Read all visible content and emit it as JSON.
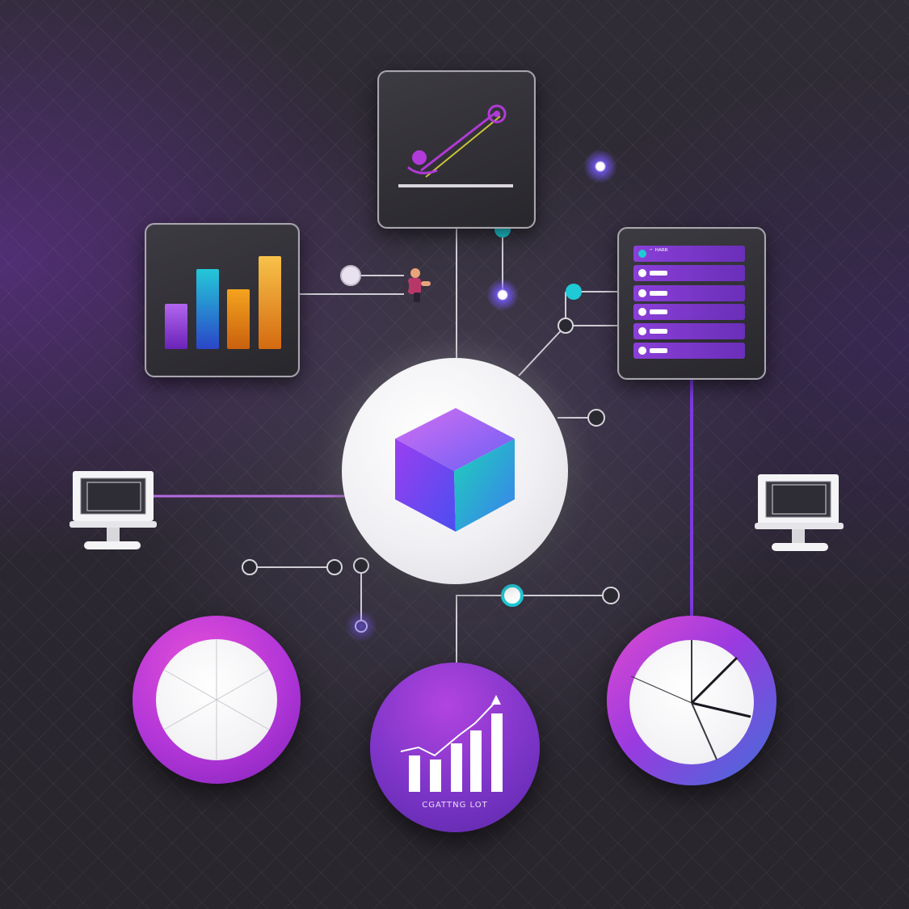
{
  "diagram": {
    "central_node": {
      "icon": "cube-icon"
    },
    "panels": {
      "bar_chart_panel": {
        "icon": "bar-chart-icon",
        "bar_colors": [
          "#8e3fd6",
          "#1f8fe0",
          "#e8861a",
          "#f2a21e"
        ]
      },
      "line_chart_panel": {
        "icon": "line-chart-icon"
      },
      "list_panel": {
        "header_text": "ᵔ ᴴᴬᴿᴿ",
        "row_count": 6
      }
    },
    "devices": [
      "monitor-icon",
      "monitor-icon"
    ],
    "circle_nodes": {
      "left_pie": {
        "icon": "pie-chart-icon",
        "ring_colors": [
          "#d23fd0",
          "#8a2bd6"
        ]
      },
      "bottom_bar": {
        "icon": "growth-bar-chart-icon",
        "caption": "CGATTNG LOT"
      },
      "right_pie": {
        "icon": "pie-chart-icon",
        "ring_colors": [
          "#d23fd0",
          "#3f6fd8"
        ]
      }
    },
    "colors": {
      "accent_purple": "#8a3fd8",
      "accent_cyan": "#1fc9d6",
      "accent_pink": "#e0407a",
      "background": "#2a2830"
    }
  }
}
